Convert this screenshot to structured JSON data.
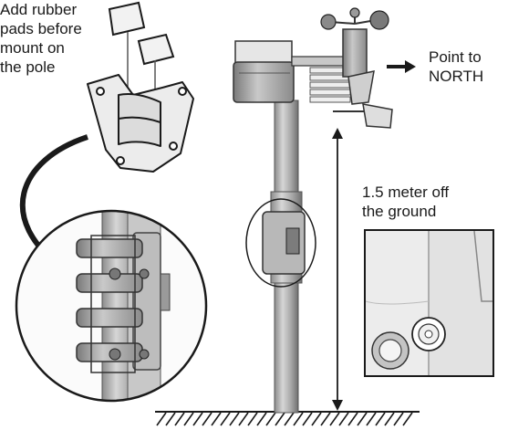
{
  "labels": {
    "rubber_pads": [
      "Add rubber",
      "pads before",
      "mount on",
      "the pole"
    ],
    "north": [
      "Point to",
      "NORTH"
    ],
    "height": [
      "1.5 meter off",
      "the ground"
    ]
  },
  "colors": {
    "line": "#1a1a1a",
    "metal_light": "#d9d9d9",
    "metal_mid": "#a8a8a8",
    "metal_dark": "#6e6e6e",
    "text": "#1a1a1a"
  },
  "icons": [
    "arrow-right-icon",
    "curved-arrow-icon",
    "double-arrow-icon",
    "ground-hatch-icon"
  ]
}
